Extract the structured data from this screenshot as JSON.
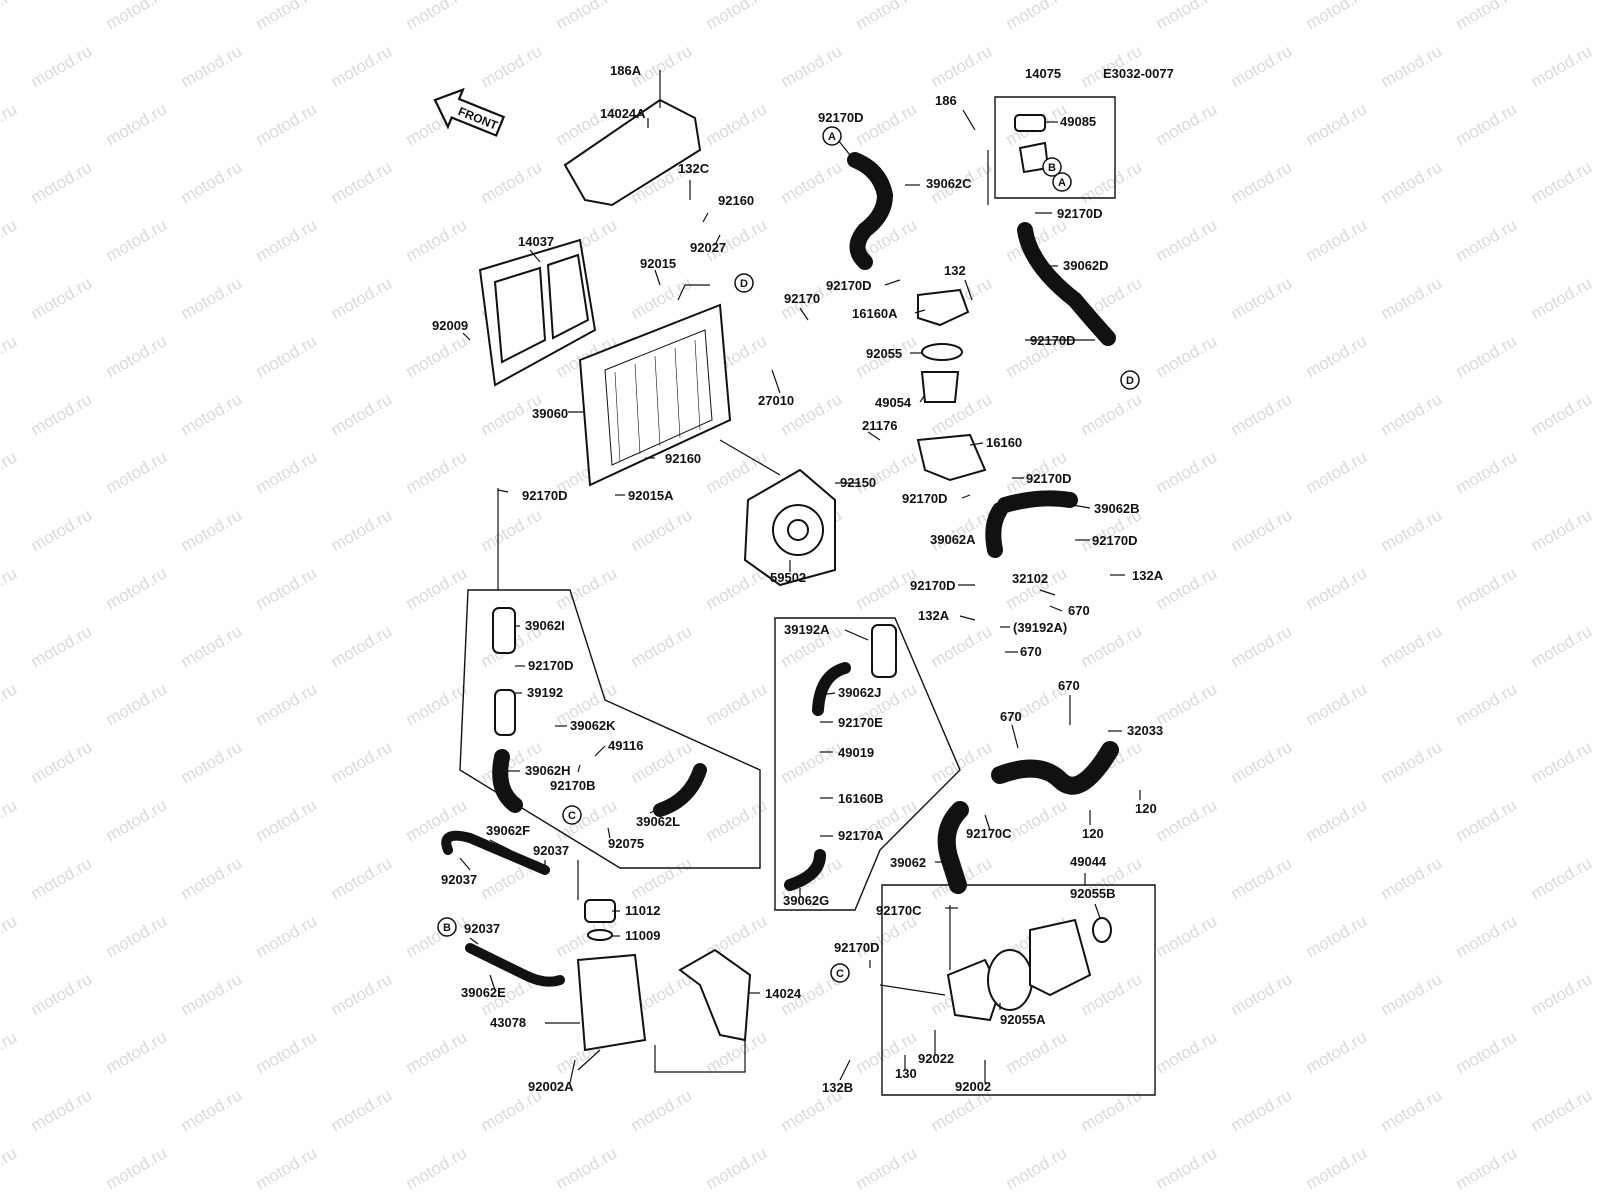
{
  "diagram_code": "E3032-0077",
  "front_label": "FRONT",
  "watermark": "motod.ru",
  "labels": [
    {
      "id": "l186A",
      "text": "186A"
    },
    {
      "id": "l14024A",
      "text": "14024A"
    },
    {
      "id": "l132C",
      "text": "132C"
    },
    {
      "id": "l92160t",
      "text": "92160"
    },
    {
      "id": "l92027",
      "text": "92027"
    },
    {
      "id": "l14037",
      "text": "14037"
    },
    {
      "id": "l92015",
      "text": "92015"
    },
    {
      "id": "l92009",
      "text": "92009"
    },
    {
      "id": "l39060",
      "text": "39060"
    },
    {
      "id": "l92170",
      "text": "92170"
    },
    {
      "id": "l27010",
      "text": "27010"
    },
    {
      "id": "l92160b",
      "text": "92160"
    },
    {
      "id": "l92170Da",
      "text": "92170D"
    },
    {
      "id": "l92015A",
      "text": "92015A"
    },
    {
      "id": "l92150",
      "text": "92150"
    },
    {
      "id": "l59502",
      "text": "59502"
    },
    {
      "id": "l92170Db",
      "text": "92170D"
    },
    {
      "id": "l39062C",
      "text": "39062C"
    },
    {
      "id": "l92170Dc",
      "text": "92170D"
    },
    {
      "id": "l132",
      "text": "132"
    },
    {
      "id": "l16160A",
      "text": "16160A"
    },
    {
      "id": "l92055",
      "text": "92055"
    },
    {
      "id": "l49054",
      "text": "49054"
    },
    {
      "id": "l21176",
      "text": "21176"
    },
    {
      "id": "l16160",
      "text": "16160"
    },
    {
      "id": "l186",
      "text": "186"
    },
    {
      "id": "l14075",
      "text": "14075"
    },
    {
      "id": "l49085",
      "text": "49085"
    },
    {
      "id": "l92170Dd",
      "text": "92170D"
    },
    {
      "id": "l39062D",
      "text": "39062D"
    },
    {
      "id": "l92170De",
      "text": "92170D"
    },
    {
      "id": "l92170Df",
      "text": "92170D"
    },
    {
      "id": "l92170Dg",
      "text": "92170D"
    },
    {
      "id": "l39062B",
      "text": "39062B"
    },
    {
      "id": "l39062A",
      "text": "39062A"
    },
    {
      "id": "l92170Dh",
      "text": "92170D"
    },
    {
      "id": "l92170Di",
      "text": "92170D"
    },
    {
      "id": "l32102",
      "text": "32102"
    },
    {
      "id": "l132Aa",
      "text": "132A"
    },
    {
      "id": "l132Ab",
      "text": "132A"
    },
    {
      "id": "l670a",
      "text": "670"
    },
    {
      "id": "l39192Ap",
      "text": "(39192A)"
    },
    {
      "id": "l670b",
      "text": "670"
    },
    {
      "id": "l39062I",
      "text": "39062I"
    },
    {
      "id": "l92170Dj",
      "text": "92170D"
    },
    {
      "id": "l39192",
      "text": "39192"
    },
    {
      "id": "l39062K",
      "text": "39062K"
    },
    {
      "id": "l49116",
      "text": "49116"
    },
    {
      "id": "l39062H",
      "text": "39062H"
    },
    {
      "id": "l92170B",
      "text": "92170B"
    },
    {
      "id": "l92075",
      "text": "92075"
    },
    {
      "id": "l39062L",
      "text": "39062L"
    },
    {
      "id": "l39062F",
      "text": "39062F"
    },
    {
      "id": "l92037a",
      "text": "92037"
    },
    {
      "id": "l92037b",
      "text": "92037"
    },
    {
      "id": "l92037c",
      "text": "92037"
    },
    {
      "id": "l39062E",
      "text": "39062E"
    },
    {
      "id": "l11012",
      "text": "11012"
    },
    {
      "id": "l11009",
      "text": "11009"
    },
    {
      "id": "l14024",
      "text": "14024"
    },
    {
      "id": "l43078",
      "text": "43078"
    },
    {
      "id": "l92002A",
      "text": "92002A"
    },
    {
      "id": "l39192A",
      "text": "39192A"
    },
    {
      "id": "l39062J",
      "text": "39062J"
    },
    {
      "id": "l92170E",
      "text": "92170E"
    },
    {
      "id": "l49019",
      "text": "49019"
    },
    {
      "id": "l16160B",
      "text": "16160B"
    },
    {
      "id": "l92170A",
      "text": "92170A"
    },
    {
      "id": "l39062G",
      "text": "39062G"
    },
    {
      "id": "l670c",
      "text": "670"
    },
    {
      "id": "l670d",
      "text": "670"
    },
    {
      "id": "l32033",
      "text": "32033"
    },
    {
      "id": "l120a",
      "text": "120"
    },
    {
      "id": "l120b",
      "text": "120"
    },
    {
      "id": "l92170Ca",
      "text": "92170C"
    },
    {
      "id": "l39062",
      "text": "39062"
    },
    {
      "id": "l92170Cb",
      "text": "92170C"
    },
    {
      "id": "l49044",
      "text": "49044"
    },
    {
      "id": "l92055B",
      "text": "92055B"
    },
    {
      "id": "l92170Dk",
      "text": "92170D"
    },
    {
      "id": "l92055A",
      "text": "92055A"
    },
    {
      "id": "l132B",
      "text": "132B"
    },
    {
      "id": "l130",
      "text": "130"
    },
    {
      "id": "l92022",
      "text": "92022"
    },
    {
      "id": "l92002",
      "text": "92002"
    }
  ],
  "markers": [
    {
      "id": "mA1",
      "text": "A"
    },
    {
      "id": "mB1",
      "text": "B"
    },
    {
      "id": "mA2",
      "text": "A"
    },
    {
      "id": "mD1",
      "text": "D"
    },
    {
      "id": "mD2",
      "text": "D"
    },
    {
      "id": "mC1",
      "text": "C"
    },
    {
      "id": "mB2",
      "text": "B"
    },
    {
      "id": "mC2",
      "text": "C"
    }
  ]
}
